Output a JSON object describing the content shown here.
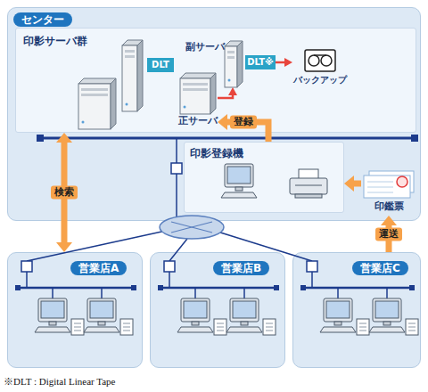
{
  "diagram": {
    "nodes": [
      {
        "text": [
          "センター"
        ]
      },
      {
        "text": [
          "印影サーバ群"
        ],
        "in": 0
      },
      {
        "text": [
          "DLT"
        ],
        "in": 1
      },
      {
        "text": [
          "正サーバ"
        ],
        "in": 1
      },
      {
        "text": [
          "副サーバ"
        ],
        "in": 1
      },
      {
        "text": [
          "DLT※"
        ],
        "in": 1
      },
      {
        "text": [
          "バックアップ"
        ],
        "in": 1
      },
      {
        "text": [
          "印影登録機"
        ],
        "in": 0
      },
      {
        "text": [
          "印鑑票"
        ]
      },
      {
        "text": [
          "営業店A"
        ]
      },
      {
        "text": [
          "営業店B"
        ]
      },
      {
        "text": [
          "営業店C"
        ]
      }
    ],
    "edges": [
      {
        "from": 3,
        "to": 4,
        "arrow": "to"
      },
      {
        "from": 5,
        "to": 6,
        "arrow": "to"
      },
      {
        "from": 7,
        "to": 3,
        "label": "登録",
        "arrow": "to"
      },
      {
        "from": 1,
        "to": 9,
        "label": "検索",
        "arrow": "both"
      },
      {
        "from": 8,
        "to": 7,
        "arrow": "to"
      },
      {
        "from": 11,
        "to": 8,
        "label": "運送",
        "arrow": "to"
      }
    ],
    "labels": [
      "※DLT : Digital Linear Tape"
    ]
  }
}
